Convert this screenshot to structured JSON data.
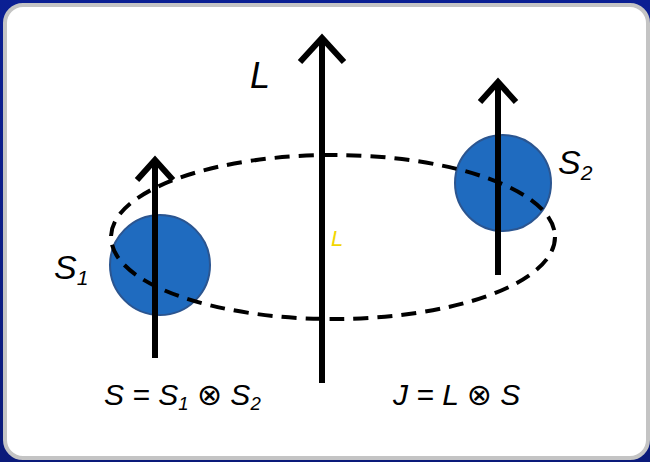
{
  "diagram": {
    "labels": [
      "L",
      "S2",
      "L",
      "S1",
      "S = S1 ⊗ S2",
      "J = L ⊗ S"
    ]
  }
}
